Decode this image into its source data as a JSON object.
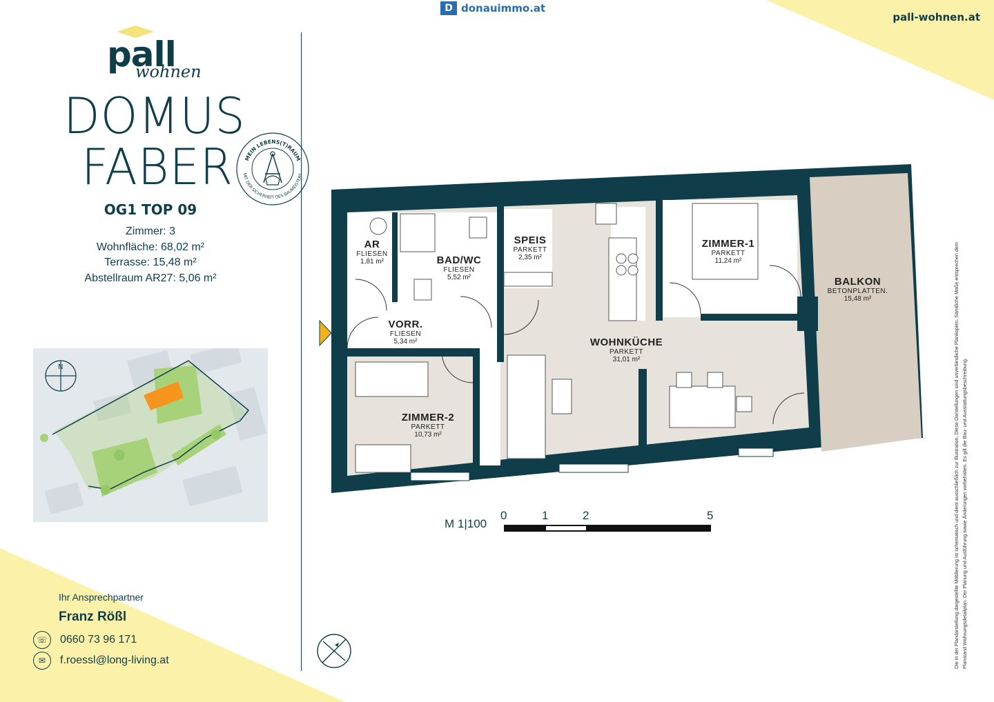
{
  "brand": {
    "name": "pall",
    "sub": "wohnen"
  },
  "project": {
    "line1": "DOMUS",
    "line2": "FABER"
  },
  "seal": {
    "top": "MEIN LEBENS(T)RAUM",
    "bottom": "MIT DER SICHERHEIT DES BAUMEISTERS"
  },
  "unit": {
    "title": "OG1 TOP 09",
    "rooms": "Zimmer: 3",
    "living_area": "Wohnfläche: 68,02 m²",
    "terrace": "Terrasse: 15,48 m²",
    "storage": "Abstellraum AR27: 5,06 m²"
  },
  "contact": {
    "label": "Ihr Ansprechpartner",
    "name": "Franz Rößl",
    "phone": "0660 73 96 171",
    "email": "f.roessl@long-living.at"
  },
  "header": {
    "portal": "donauimmo.at",
    "portal_mark": "D",
    "website": "pall-wohnen.at"
  },
  "plan": {
    "rooms": [
      {
        "name": "AR",
        "floor": "FLIESEN",
        "area": "1,81 m²"
      },
      {
        "name": "BAD/WC",
        "floor": "FLIESEN",
        "area": "5,52 m²"
      },
      {
        "name": "SPEIS",
        "floor": "PARKETT",
        "area": "2,35 m²"
      },
      {
        "name": "ZIMMER-1",
        "floor": "PARKETT",
        "area": "11,24 m²"
      },
      {
        "name": "BALKON",
        "floor": "BETONPLATTEN.",
        "area": "15,48 m²"
      },
      {
        "name": "VORR.",
        "floor": "FLIESEN",
        "area": "5,34 m²"
      },
      {
        "name": "WOHNKÜCHE",
        "floor": "PARKETT",
        "area": "31,01 m²"
      },
      {
        "name": "ZIMMER-2",
        "floor": "PARKETT",
        "area": "10,73 m²"
      }
    ],
    "scale": {
      "label": "M 1|100",
      "ticks": [
        "0",
        "1",
        "2",
        "5"
      ]
    }
  },
  "disclaimer": "Die in der Plandarstellung dargestellte Möblierung ist schematisch und dient ausschließlich zur Illustration. Diese Darstellungen sind unverbindliche Plankopien. Sämtliche Maße entsprechen dem Planstand Wohnungsdetailplan. Der Planung und Ausführung sowie Änderungen vorbehalten. Es gilt die Bau- und Ausstattungsbeschreibung.",
  "colors": {
    "navy": "#0f3d4a",
    "yellow": "#fbf1a8",
    "floor": "#e7e2dc",
    "balcony": "#d9cec2",
    "highlight": "#f7941d",
    "green": "#a8d27a"
  }
}
